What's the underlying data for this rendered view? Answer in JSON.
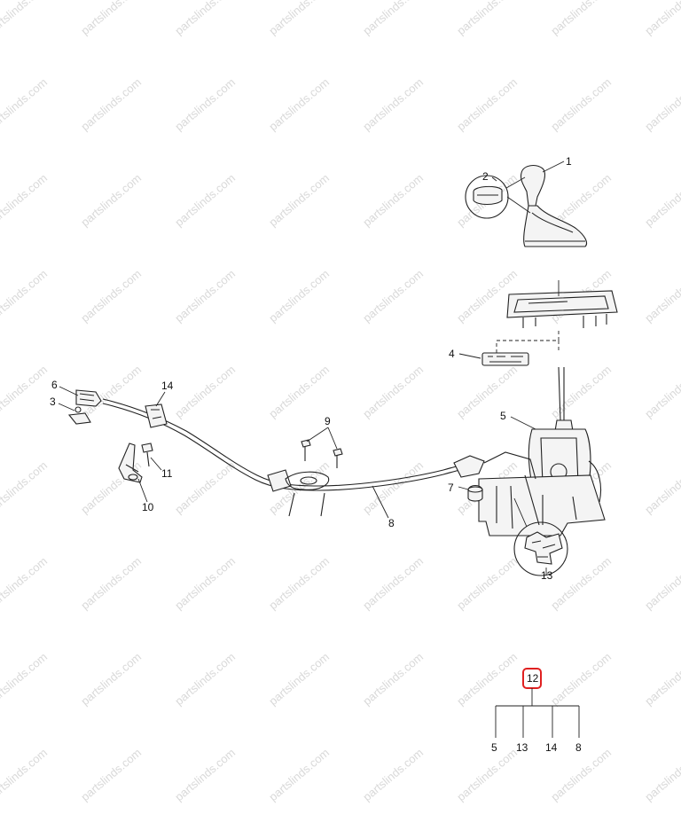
{
  "watermark": {
    "text": "partslinds.com",
    "color": "#d9d9d9"
  },
  "callouts": {
    "c1": "1",
    "c2": "2",
    "c3": "3",
    "c4": "4",
    "c5": "5",
    "c6": "6",
    "c7": "7",
    "c8": "8",
    "c9": "9",
    "c10": "10",
    "c11": "11",
    "c13": "13",
    "c14": "14"
  },
  "assembly_tree": {
    "root": "12",
    "highlight_color": "#e02020",
    "children": [
      "5",
      "13",
      "14",
      "8"
    ]
  }
}
